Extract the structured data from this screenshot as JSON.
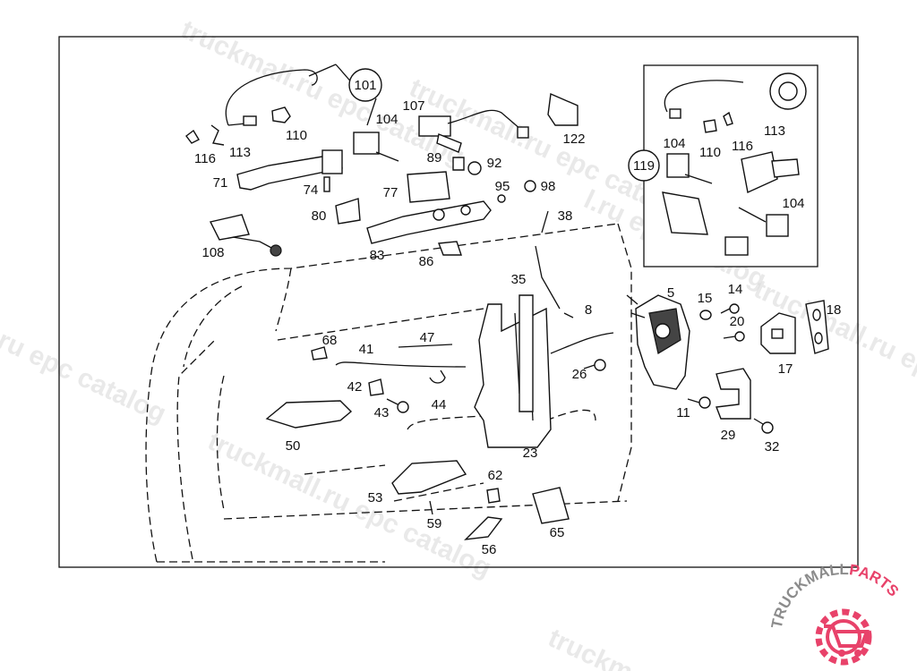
{
  "watermark": {
    "text": "truckmall.ru epc catalog",
    "text_short": "truckmall.ru epc catalo",
    "text_partial": "l.ru epc catalog",
    "text_top": "truckmall.ru epc catalog",
    "text_left": "l.ru epc catalog",
    "text_bottom": "truckma"
  },
  "logo": {
    "text_dark": "TRUCKMALL",
    "text_accent": "PARTS",
    "color_dark": "#8c8c8c",
    "color_accent": "#e8426a"
  },
  "callouts": {
    "c101": "101",
    "c119": "119"
  },
  "labels": [
    {
      "id": "110",
      "text": "110"
    },
    {
      "id": "116",
      "text": "116"
    },
    {
      "id": "113",
      "text": "113"
    },
    {
      "id": "104",
      "text": "104"
    },
    {
      "id": "107",
      "text": "107"
    },
    {
      "id": "122",
      "text": "122"
    },
    {
      "id": "71",
      "text": "71"
    },
    {
      "id": "74",
      "text": "74"
    },
    {
      "id": "89",
      "text": "89"
    },
    {
      "id": "92",
      "text": "92"
    },
    {
      "id": "77",
      "text": "77"
    },
    {
      "id": "95",
      "text": "95"
    },
    {
      "id": "98",
      "text": "98"
    },
    {
      "id": "80",
      "text": "80"
    },
    {
      "id": "38",
      "text": "38"
    },
    {
      "id": "108",
      "text": "108"
    },
    {
      "id": "83",
      "text": "83"
    },
    {
      "id": "86",
      "text": "86"
    },
    {
      "id": "35",
      "text": "35"
    },
    {
      "id": "5",
      "text": "5"
    },
    {
      "id": "15",
      "text": "15"
    },
    {
      "id": "14",
      "text": "14"
    },
    {
      "id": "18",
      "text": "18"
    },
    {
      "id": "8",
      "text": "8"
    },
    {
      "id": "20",
      "text": "20"
    },
    {
      "id": "68",
      "text": "68"
    },
    {
      "id": "47",
      "text": "47"
    },
    {
      "id": "41",
      "text": "41"
    },
    {
      "id": "17",
      "text": "17"
    },
    {
      "id": "26",
      "text": "26"
    },
    {
      "id": "42",
      "text": "42"
    },
    {
      "id": "44",
      "text": "44"
    },
    {
      "id": "43",
      "text": "43"
    },
    {
      "id": "11",
      "text": "11"
    },
    {
      "id": "29",
      "text": "29"
    },
    {
      "id": "32",
      "text": "32"
    },
    {
      "id": "50",
      "text": "50"
    },
    {
      "id": "23",
      "text": "23"
    },
    {
      "id": "62",
      "text": "62"
    },
    {
      "id": "53",
      "text": "53"
    },
    {
      "id": "59",
      "text": "59"
    },
    {
      "id": "65",
      "text": "65"
    },
    {
      "id": "56",
      "text": "56"
    },
    {
      "id": "i104a",
      "text": "104"
    },
    {
      "id": "i110",
      "text": "110"
    },
    {
      "id": "i116",
      "text": "116"
    },
    {
      "id": "i113",
      "text": "113"
    },
    {
      "id": "i104b",
      "text": "104"
    }
  ]
}
